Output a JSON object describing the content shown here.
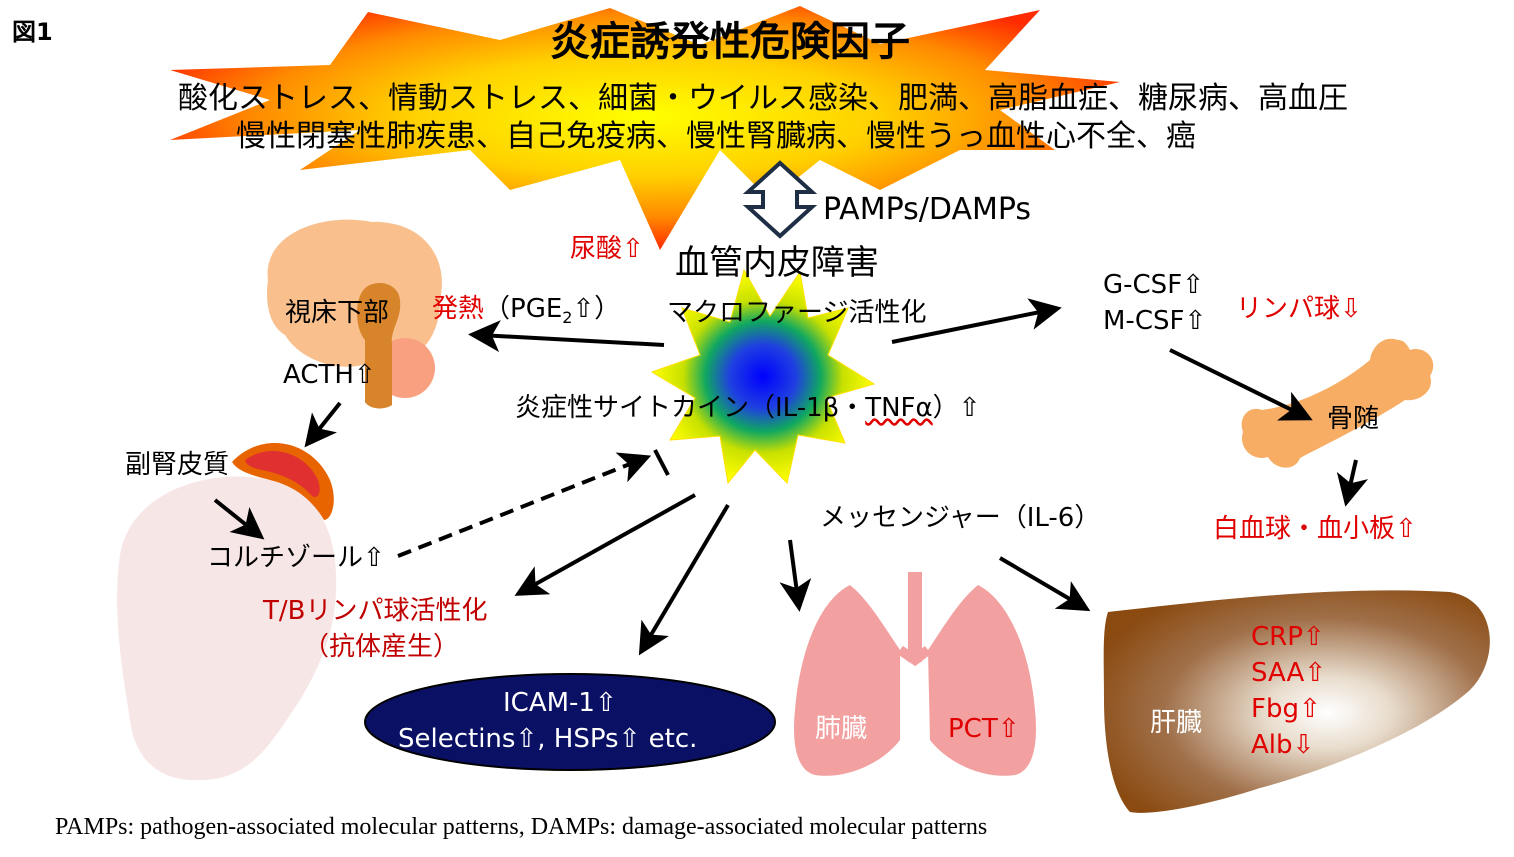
{
  "figure_label": "図1",
  "risk": {
    "title": "炎症誘発性危険因子",
    "line1": "酸化ストレス、情動ストレス、細菌・ウイルス感染、肥満、高脂血症、糖尿病、高血圧",
    "line2": "慢性閉塞性肺疾患、自己免疫病、慢性腎臓病、慢性うっ血性心不全、癌"
  },
  "pamps_damps": "PAMPs/DAMPs",
  "uric_acid": "尿酸⇧",
  "endothelial": "血管内皮障害",
  "macrophage": "マクロファージ活性化",
  "cytokine": {
    "prefix": "炎症性サイトカイン（IL-1β・",
    "tnf": "TNFα",
    "suffix": "）⇧"
  },
  "messenger": "メッセンジャー（IL-6）",
  "brain": {
    "hypothalamus": "視床下部",
    "fever": "発熱",
    "pge_open": "（PGE",
    "pge_sub": "2",
    "pge_close": "⇧）",
    "acth": "ACTH⇧"
  },
  "adrenal": {
    "label": "副腎皮質",
    "cortisol": "コルチゾール⇧"
  },
  "lymph": {
    "line1": "T/Bリンパ球活性化",
    "line2": "（抗体産生）"
  },
  "icam": {
    "line1": "ICAM-1⇧",
    "line2": "Selectins⇧, HSPs⇧ etc."
  },
  "lung": {
    "label": "肺臓",
    "pct": "PCT⇧"
  },
  "liver": {
    "label": "肝臓",
    "crp": "CRP⇧",
    "saa": "SAA⇧",
    "fbg": "Fbg⇧",
    "alb": "Alb⇩"
  },
  "csf": {
    "g": "G-CSF⇧",
    "m": "M-CSF⇧",
    "lymphocyte": "リンパ球⇩"
  },
  "bone": {
    "label": "骨随",
    "result": "白血球・血小板⇧"
  },
  "footnote": "PAMPs: pathogen-associated molecular patterns, DAMPs: damage-associated molecular patterns",
  "colors": {
    "red_text": "#e00000",
    "icam_fill": "#0a1064",
    "lung_fill": "#f2a0a0",
    "bone_fill": "#f7ad63",
    "brain_fill": "#f9c08e"
  }
}
